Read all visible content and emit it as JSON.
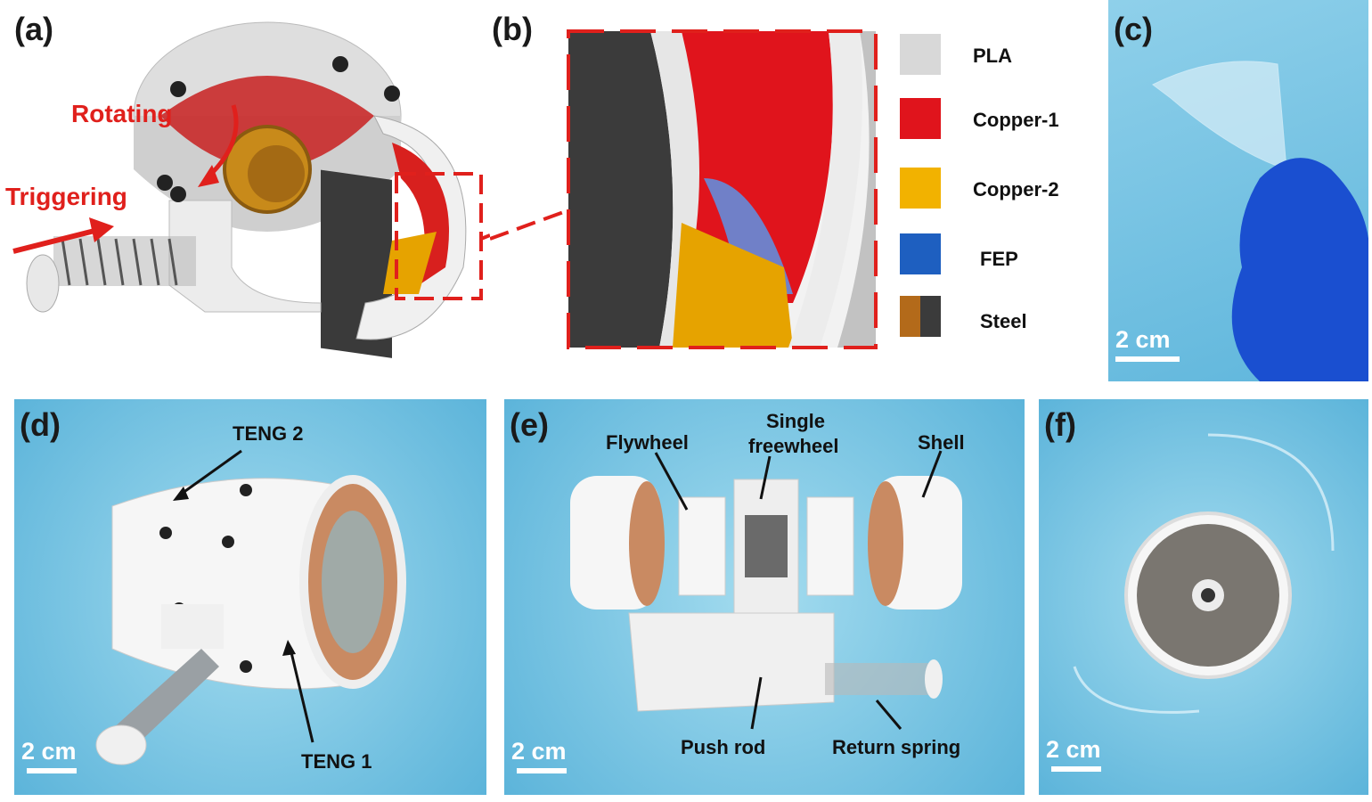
{
  "panels": {
    "a": {
      "label": "(a)",
      "annotations": {
        "rotating": "Rotating",
        "triggering": "Triggering"
      }
    },
    "b": {
      "label": "(b)",
      "legend": [
        {
          "label": "PLA",
          "color": "#d8d8d8"
        },
        {
          "label": "Copper-1",
          "color": "#e0141c"
        },
        {
          "label": "Copper-2",
          "color": "#f2b200"
        },
        {
          "label": "FEP",
          "color": "#1e5fc0"
        },
        {
          "label": "Steel",
          "color": "#3b3b3b",
          "secondary_color": "#b36a1a"
        }
      ]
    },
    "c": {
      "label": "(c)",
      "scale": "2 cm"
    },
    "d": {
      "label": "(d)",
      "scale": "2 cm",
      "callouts": {
        "teng2": "TENG 2",
        "teng1": "TENG 1"
      }
    },
    "e": {
      "label": "(e)",
      "scale": "2 cm",
      "callouts": {
        "flywheel": "Flywheel",
        "single_freewheel_line1": "Single",
        "single_freewheel_line2": "freewheel",
        "shell": "Shell",
        "push_rod": "Push rod",
        "return_spring": "Return spring"
      }
    },
    "f": {
      "label": "(f)",
      "scale": "2 cm"
    }
  },
  "colors": {
    "annotation_red": "#e0201c",
    "photo_background": "#7cc6e6"
  }
}
